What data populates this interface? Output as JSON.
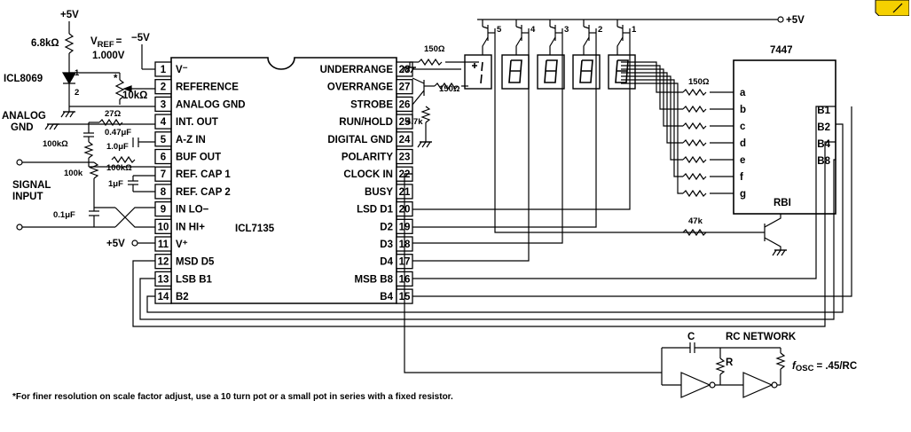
{
  "ic": {
    "name": "ICL7135",
    "left_pins": [
      {
        "num": "1",
        "label": "V⁻"
      },
      {
        "num": "2",
        "label": "REFERENCE"
      },
      {
        "num": "3",
        "label": "ANALOG GND"
      },
      {
        "num": "4",
        "label": "INT. OUT"
      },
      {
        "num": "5",
        "label": "A-Z IN"
      },
      {
        "num": "6",
        "label": "BUF OUT"
      },
      {
        "num": "7",
        "label": "REF. CAP 1"
      },
      {
        "num": "8",
        "label": "REF. CAP 2"
      },
      {
        "num": "9",
        "label": "IN LO−"
      },
      {
        "num": "10",
        "label": "IN HI+"
      },
      {
        "num": "11",
        "label": "V⁺"
      },
      {
        "num": "12",
        "label": "MSD D5"
      },
      {
        "num": "13",
        "label": "LSB B1"
      },
      {
        "num": "14",
        "label": "B2"
      }
    ],
    "right_pins": [
      {
        "num": "28",
        "label": "UNDERRANGE"
      },
      {
        "num": "27",
        "label": "OVERRANGE"
      },
      {
        "num": "26",
        "label": "STROBE"
      },
      {
        "num": "25",
        "label": "RUN/HOLD"
      },
      {
        "num": "24",
        "label": "DIGITAL GND"
      },
      {
        "num": "23",
        "label": "POLARITY"
      },
      {
        "num": "22",
        "label": "CLOCK IN"
      },
      {
        "num": "21",
        "label": "BUSY"
      },
      {
        "num": "20",
        "label": "LSD D1"
      },
      {
        "num": "19",
        "label": "D2"
      },
      {
        "num": "18",
        "label": "D3"
      },
      {
        "num": "17",
        "label": "D4"
      },
      {
        "num": "16",
        "label": "MSB B8"
      },
      {
        "num": "15",
        "label": "B4"
      }
    ]
  },
  "decoder": {
    "name": "7447",
    "inputs": [
      "B1",
      "B2",
      "B4",
      "B8"
    ],
    "outputs": [
      "a",
      "b",
      "c",
      "d",
      "e",
      "f",
      "g"
    ],
    "rbi": "RBI"
  },
  "labels": {
    "plus5v_top": "+5V",
    "r_6k8": "6.8kΩ",
    "icl8069": "ICL8069",
    "vref_line1": "V",
    "vref_sub": "REF",
    "vref_eq": "=",
    "vref_val": "1.000V",
    "minus5v": "−5V",
    "pin_1": "1",
    "pin_2": "2",
    "r_10k": "10kΩ",
    "star": "*",
    "analog_gnd_1": "ANALOG",
    "analog_gnd_2": "GND",
    "r_27": "27Ω",
    "c_047": "0.47μF",
    "r_100k_az": "100kΩ",
    "c_10": "1.0μF",
    "r_100k_buf": "100kΩ",
    "c_1": "1μF",
    "r_100k_in": "100k",
    "signal_1": "SIGNAL",
    "signal_2": "INPUT",
    "c_01": "0.1μF",
    "plus5v_v": "+5V",
    "r_150_a": "150Ω",
    "r_150_b": "150Ω",
    "r_47k": "4.7k",
    "r_150_seg": "150Ω",
    "plus5v_right": "+5V",
    "r_47k_rbi": "47k",
    "rc_c": "C",
    "rc_r": "R",
    "rc_network": "RC NETWORK",
    "fosc_f": "f",
    "fosc_sub": "OSC",
    "fosc_eq": "= .45/RC",
    "digit_1": "1",
    "digit_2": "2",
    "digit_3": "3",
    "digit_4": "4",
    "digit_5": "5"
  },
  "footnote": "*For finer resolution on scale factor adjust, use a 10 turn pot or a small pot in series with a fixed resistor.",
  "colors": {
    "ink": "#000000",
    "corner_icon": "#f5d000"
  }
}
